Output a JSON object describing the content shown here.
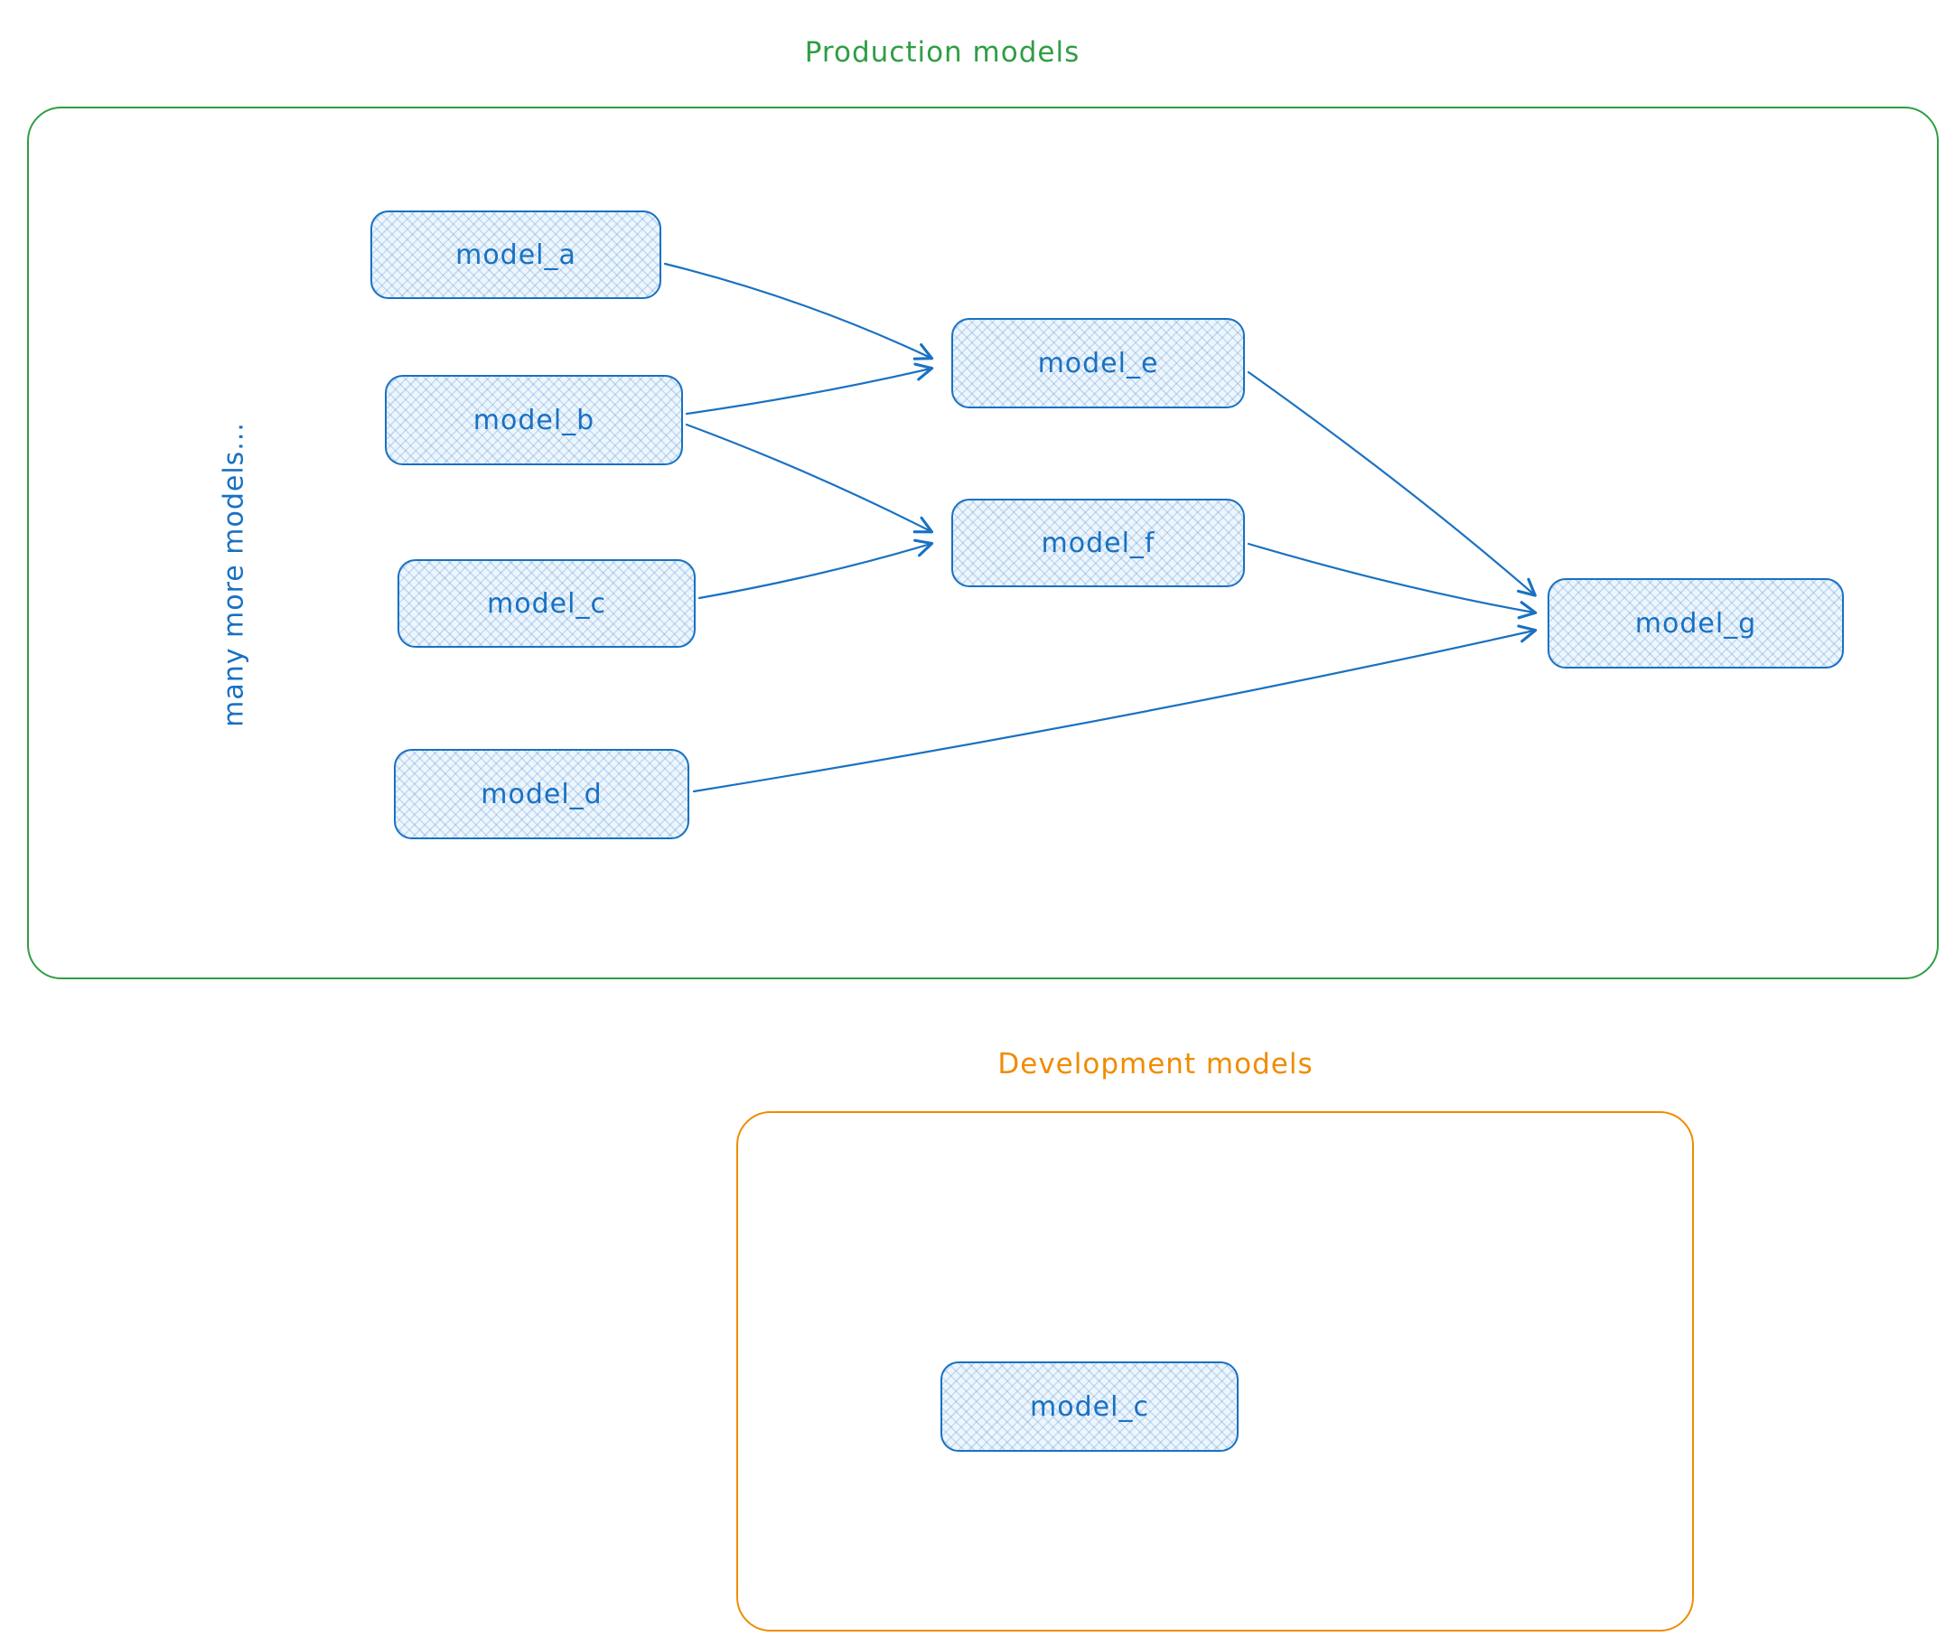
{
  "production": {
    "title": "Production models",
    "side_note": "many more models...",
    "nodes": {
      "a": {
        "label": "model_a"
      },
      "b": {
        "label": "model_b"
      },
      "c": {
        "label": "model_c"
      },
      "d": {
        "label": "model_d"
      },
      "e": {
        "label": "model_e"
      },
      "f": {
        "label": "model_f"
      },
      "g": {
        "label": "model_g"
      }
    },
    "edges": [
      {
        "from": "model_a",
        "to": "model_e"
      },
      {
        "from": "model_b",
        "to": "model_e"
      },
      {
        "from": "model_b",
        "to": "model_f"
      },
      {
        "from": "model_c",
        "to": "model_f"
      },
      {
        "from": "model_e",
        "to": "model_g"
      },
      {
        "from": "model_f",
        "to": "model_g"
      },
      {
        "from": "model_d",
        "to": "model_g"
      }
    ]
  },
  "development": {
    "title": "Development models",
    "nodes": {
      "c": {
        "label": "model_c"
      }
    }
  },
  "colors": {
    "production_accent": "#2f9e44",
    "development_accent": "#f08c00",
    "node_stroke": "#1971c2",
    "node_fill": "#edf5fd",
    "arrow": "#1971c2",
    "background": "#ffffff"
  }
}
